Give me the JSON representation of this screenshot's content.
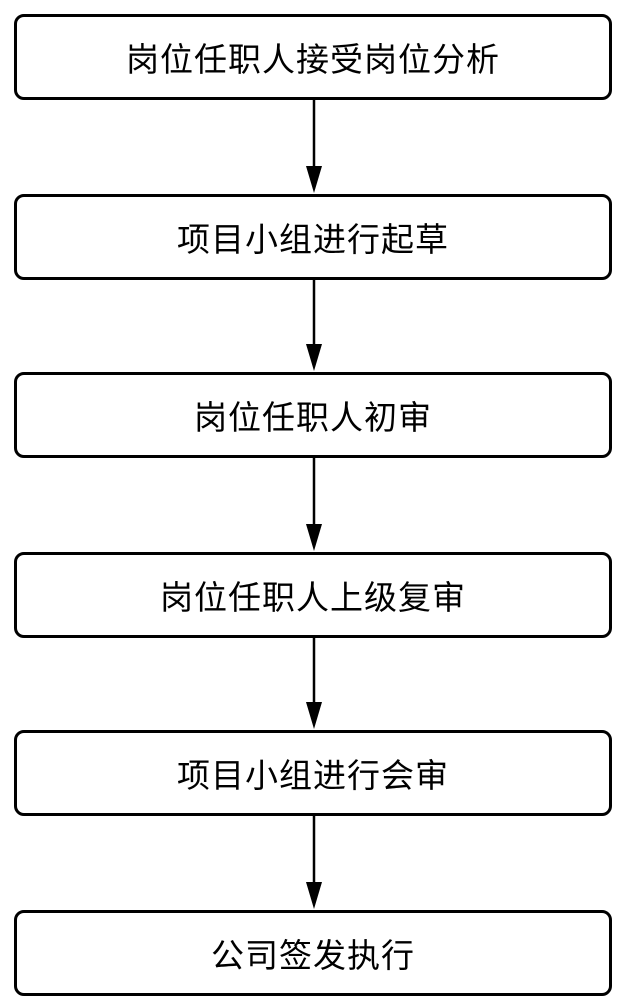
{
  "flowchart": {
    "steps": [
      {
        "label": "岗位任职人接受岗位分析"
      },
      {
        "label": "项目小组进行起草"
      },
      {
        "label": "岗位任职人初审"
      },
      {
        "label": "岗位任职人上级复审"
      },
      {
        "label": "项目小组进行会审"
      },
      {
        "label": "公司签发执行"
      }
    ]
  }
}
